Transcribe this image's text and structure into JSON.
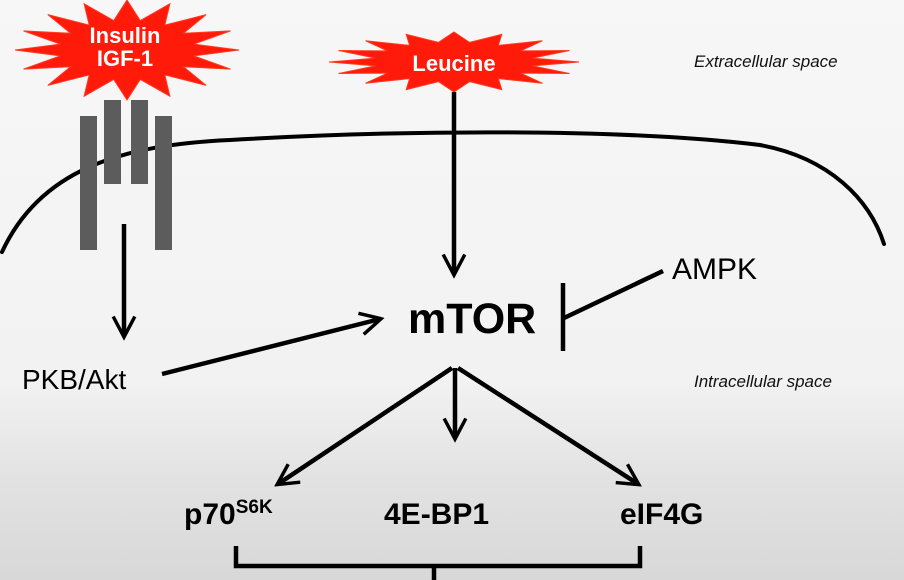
{
  "signals": {
    "insulin_line1": "Insulin",
    "insulin_line2": "IGF-1",
    "leucine": "Leucine"
  },
  "spaces": {
    "extracellular": "Extracellular space",
    "intracellular": "Intracellular space"
  },
  "nodes": {
    "mtor": "mTOR",
    "ampk": "AMPK",
    "pkb_akt": "PKB/Akt",
    "p70_base": "p70",
    "p70_superscript": "S6K",
    "fourebp1": "4E-BP1",
    "eif4g": "eIF4G"
  },
  "colors": {
    "signal_burst": "#ff1a0a",
    "receptor": "#5c5c5c",
    "arrow": "#000000"
  }
}
